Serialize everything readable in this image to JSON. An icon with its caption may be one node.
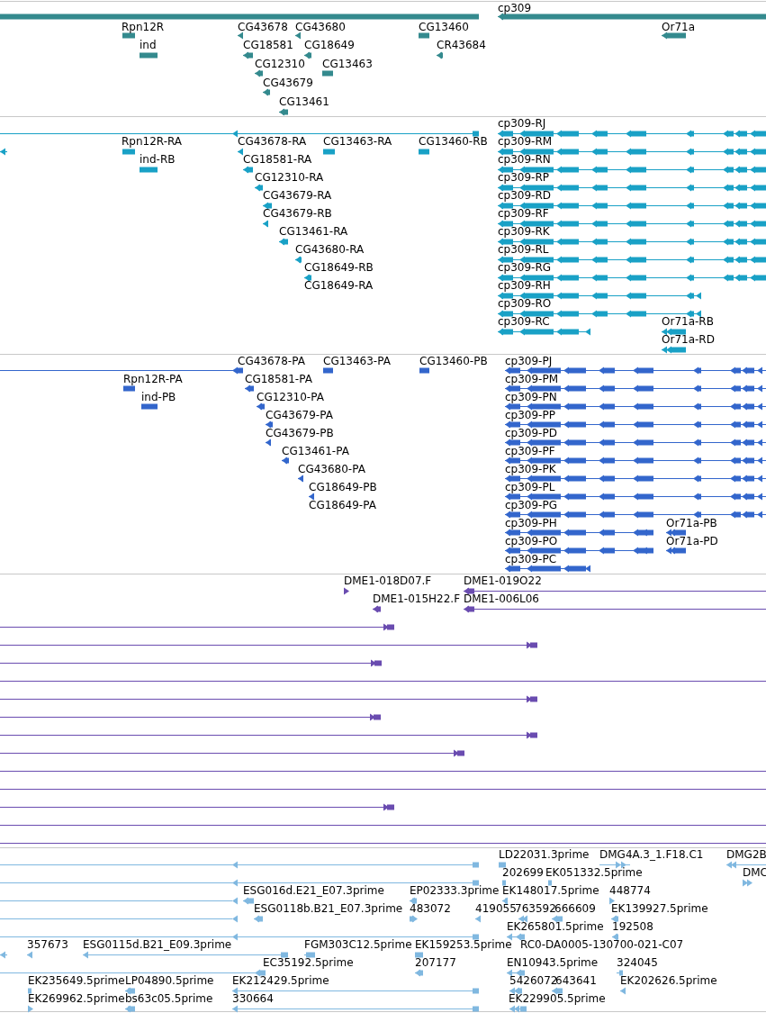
{
  "diagram": {
    "labels": [
      "cp309",
      "Rpn12R",
      "CG43678",
      "CG43680",
      "CG13460",
      "Or71a",
      "ind",
      "CG18581",
      "CG18649",
      "CR43684",
      "CG12310",
      "CG13463",
      "CG43679",
      "CG13461",
      "cp309-RJ",
      "Rpn12R-RA",
      "CG43678-RA",
      "CG13463-RA",
      "CG13460-RB",
      "cp309-RM",
      "ind-RB",
      "CG18581-RA",
      "cp309-RN",
      "CG12310-RA",
      "cp309-RP",
      "CG43679-RA",
      "cp309-RD",
      "CG43679-RB",
      "cp309-RF",
      "CG13461-RA",
      "cp309-RK",
      "CG43680-RA",
      "cp309-RL",
      "CG18649-RB",
      "cp309-RG",
      "CG18649-RA",
      "cp309-RH",
      "cp309-RO",
      "cp309-RC",
      "Or71a-RB",
      "Or71a-RD",
      "CG43678-PA",
      "CG13463-PA",
      "CG13460-PB",
      "cp309-PJ",
      "Rpn12R-PA",
      "CG18581-PA",
      "cp309-PM",
      "ind-PB",
      "CG12310-PA",
      "cp309-PN",
      "CG43679-PA",
      "cp309-PP",
      "CG43679-PB",
      "cp309-PD",
      "CG13461-PA",
      "cp309-PF",
      "CG43680-PA",
      "cp309-PK",
      "CG18649-PB",
      "cp309-PL",
      "CG18649-PA",
      "cp309-PG",
      "cp309-PH",
      "Or71a-PB",
      "cp309-PO",
      "Or71a-PD",
      "cp309-PC",
      "DME1-018D07.F",
      "DME1-019O22",
      "DME1-015H22.F",
      "DME1-006L06",
      "LD22031.3prime",
      "DMG4A.3_1.F18.C1",
      "DMG2B",
      "202699",
      "EK051332.5prime",
      "DMC",
      "ESG016d.E21_E07.3prime",
      "EP02333.3prime",
      "EK148017.5prime",
      "448774",
      "ESG0118b.B21_E07.3prime",
      "483072",
      "419055",
      "763592",
      "666609",
      "EK139927.5prime",
      "EK265801.5prime",
      "192508",
      "357673",
      "ESG0115d.B21_E09.3prime",
      "FGM303C12.5prime",
      "EK159253.5prime",
      "RC0-DA0005-130700-021-C07",
      "EC35192.5prime",
      "207177",
      "EN10943.5prime",
      "324045",
      "EK235649.5prime",
      "LP04890.5prime",
      "EK212429.5prime",
      "5426072",
      "643641",
      "EK202626.5prime",
      "EK269962.5prime",
      "bs63c05.5prime",
      "330664",
      "EK229905.5prime"
    ]
  }
}
